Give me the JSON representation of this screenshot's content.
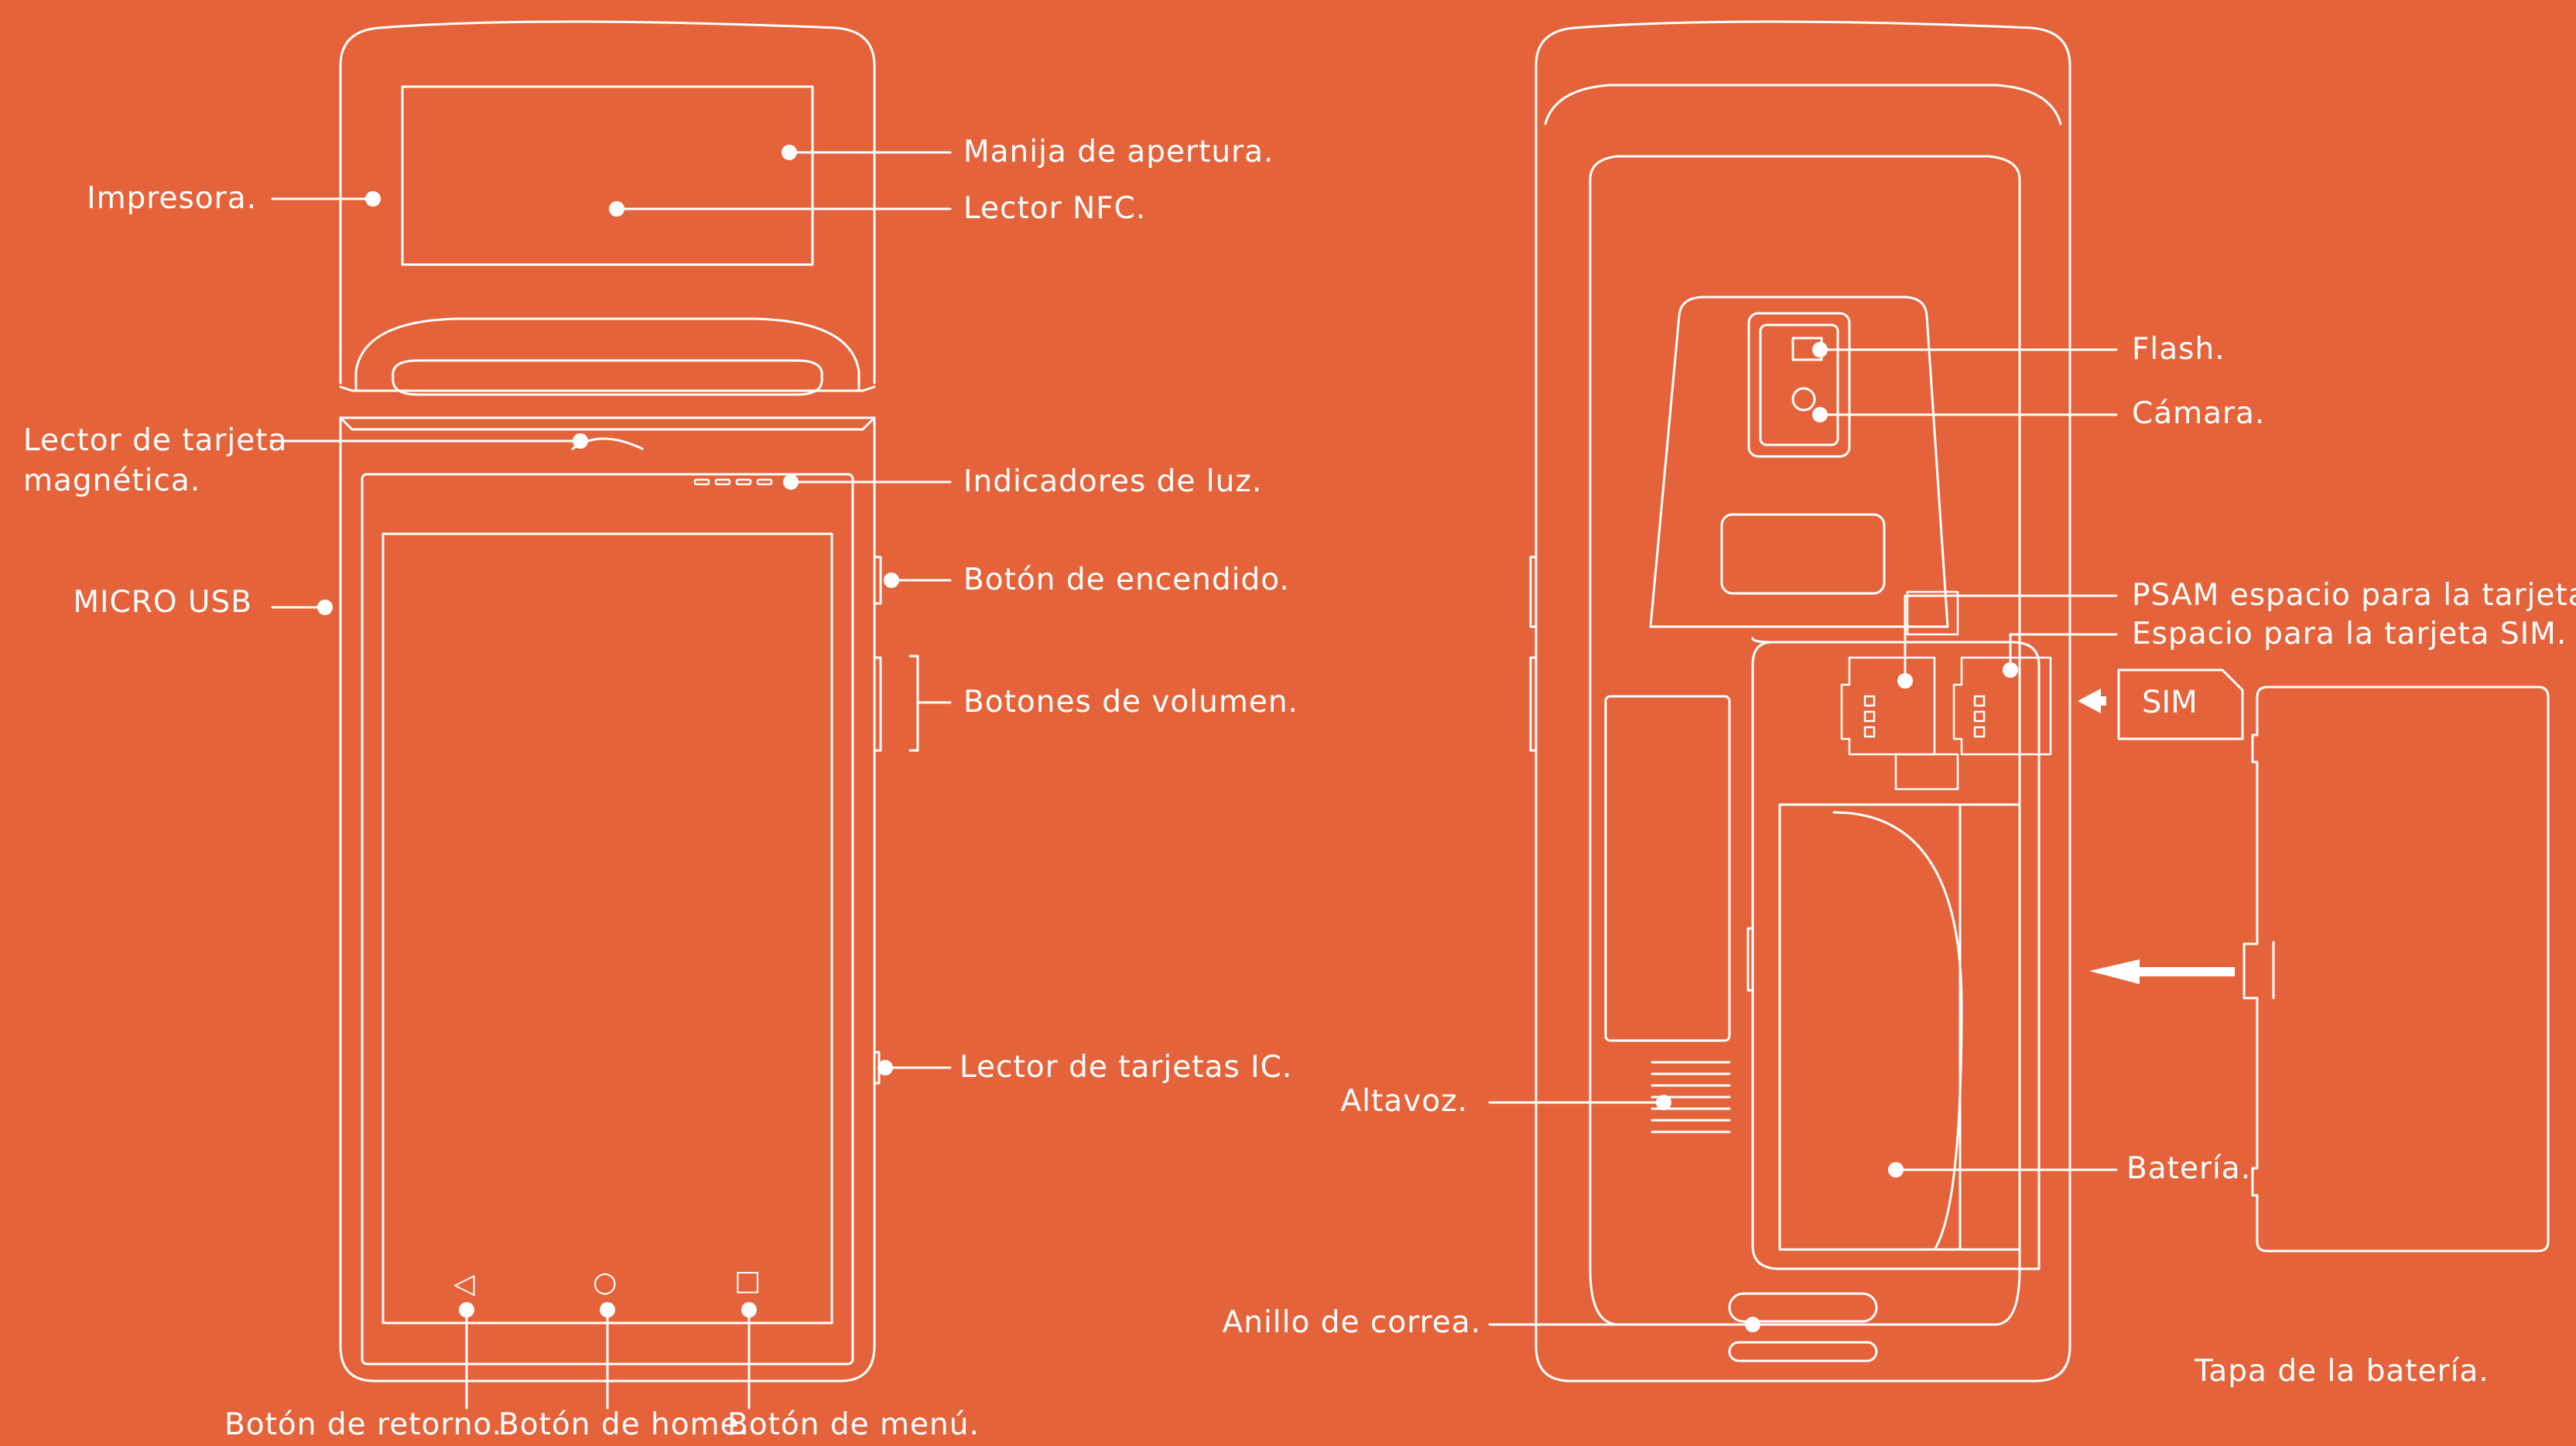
{
  "colors": {
    "background": "#e5633a",
    "stroke": "#ffffff"
  },
  "front_device": {
    "labels": {
      "printer": "Impresora.",
      "opening_handle": "Manija de apertura.",
      "nfc_reader": "Lector NFC.",
      "magnetic_reader_line1": "Lector de tarjeta",
      "magnetic_reader_line2": "magnética.",
      "light_indicators": "Indicadores de luz.",
      "micro_usb": "MICRO USB",
      "power_button": "Botón de encendido.",
      "volume_buttons": "Botones de volumen.",
      "ic_card_reader": "Lector de tarjetas IC.",
      "back_button": "Botón de retorno.",
      "home_button": "Botón de home.",
      "menu_button": "Botón de menú."
    },
    "nav_icons": {
      "back": "back-triangle-icon",
      "home": "home-circle-icon",
      "menu": "menu-square-icon"
    }
  },
  "back_device": {
    "labels": {
      "flash": "Flash.",
      "camera": "Cámara.",
      "psam_slot": "PSAM espacio para la tarjeta.",
      "sim_slot": "Espacio para la tarjeta SIM.",
      "speaker": "Altavoz.",
      "battery": "Batería.",
      "strap_ring": "Anillo de correa.",
      "battery_cover": "Tapa de la batería."
    },
    "sim_card_text": "SIM"
  }
}
